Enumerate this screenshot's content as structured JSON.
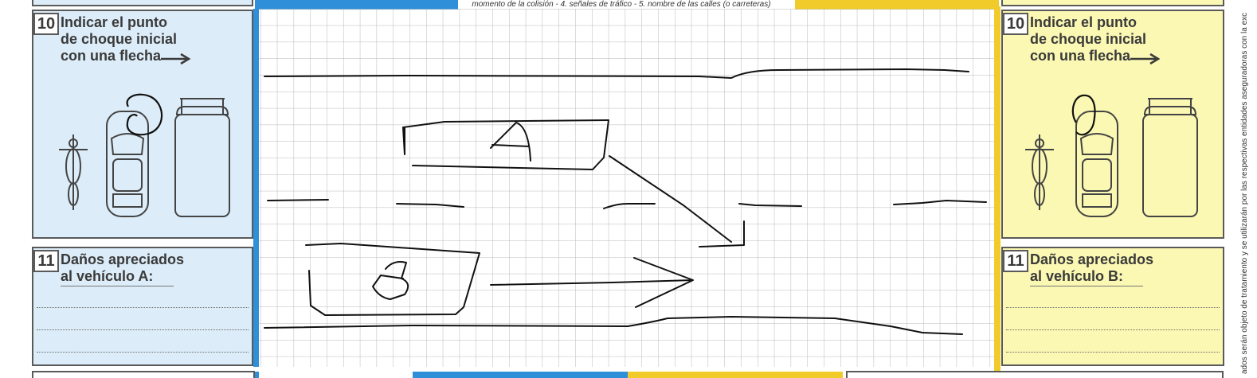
{
  "header": {
    "caption": "momento de la colisión - 4. señales de tráfico - 5. nombre de las calles (o carreteras)"
  },
  "vehicle_a": {
    "section10_number": "10",
    "section10_title": "Indicar el punto\nde choque inicial\ncon una flecha",
    "section11_number": "11",
    "section11_title": "Daños apreciados\nal vehículo A:",
    "damage_value": ""
  },
  "vehicle_b": {
    "section10_number": "10",
    "section10_title": "Indicar el punto\nde choque inicial\ncon una flecha",
    "section11_number": "11",
    "section11_title": "Daños apreciados\nal vehículo B:",
    "damage_value": ""
  },
  "sketch": {
    "vehicle_label_top": "A",
    "vehicle_label_bottom": "B"
  },
  "side_note": "ados serán objeto de tratamiento y se utilizarán por las respectivas entidades aseguradoras con la exc",
  "colors": {
    "a_accent": "#2f8fd8",
    "a_fill": "#dcedf9",
    "b_accent": "#f1cb2a",
    "b_fill": "#fbf8b3",
    "border": "#5a5a5a"
  }
}
